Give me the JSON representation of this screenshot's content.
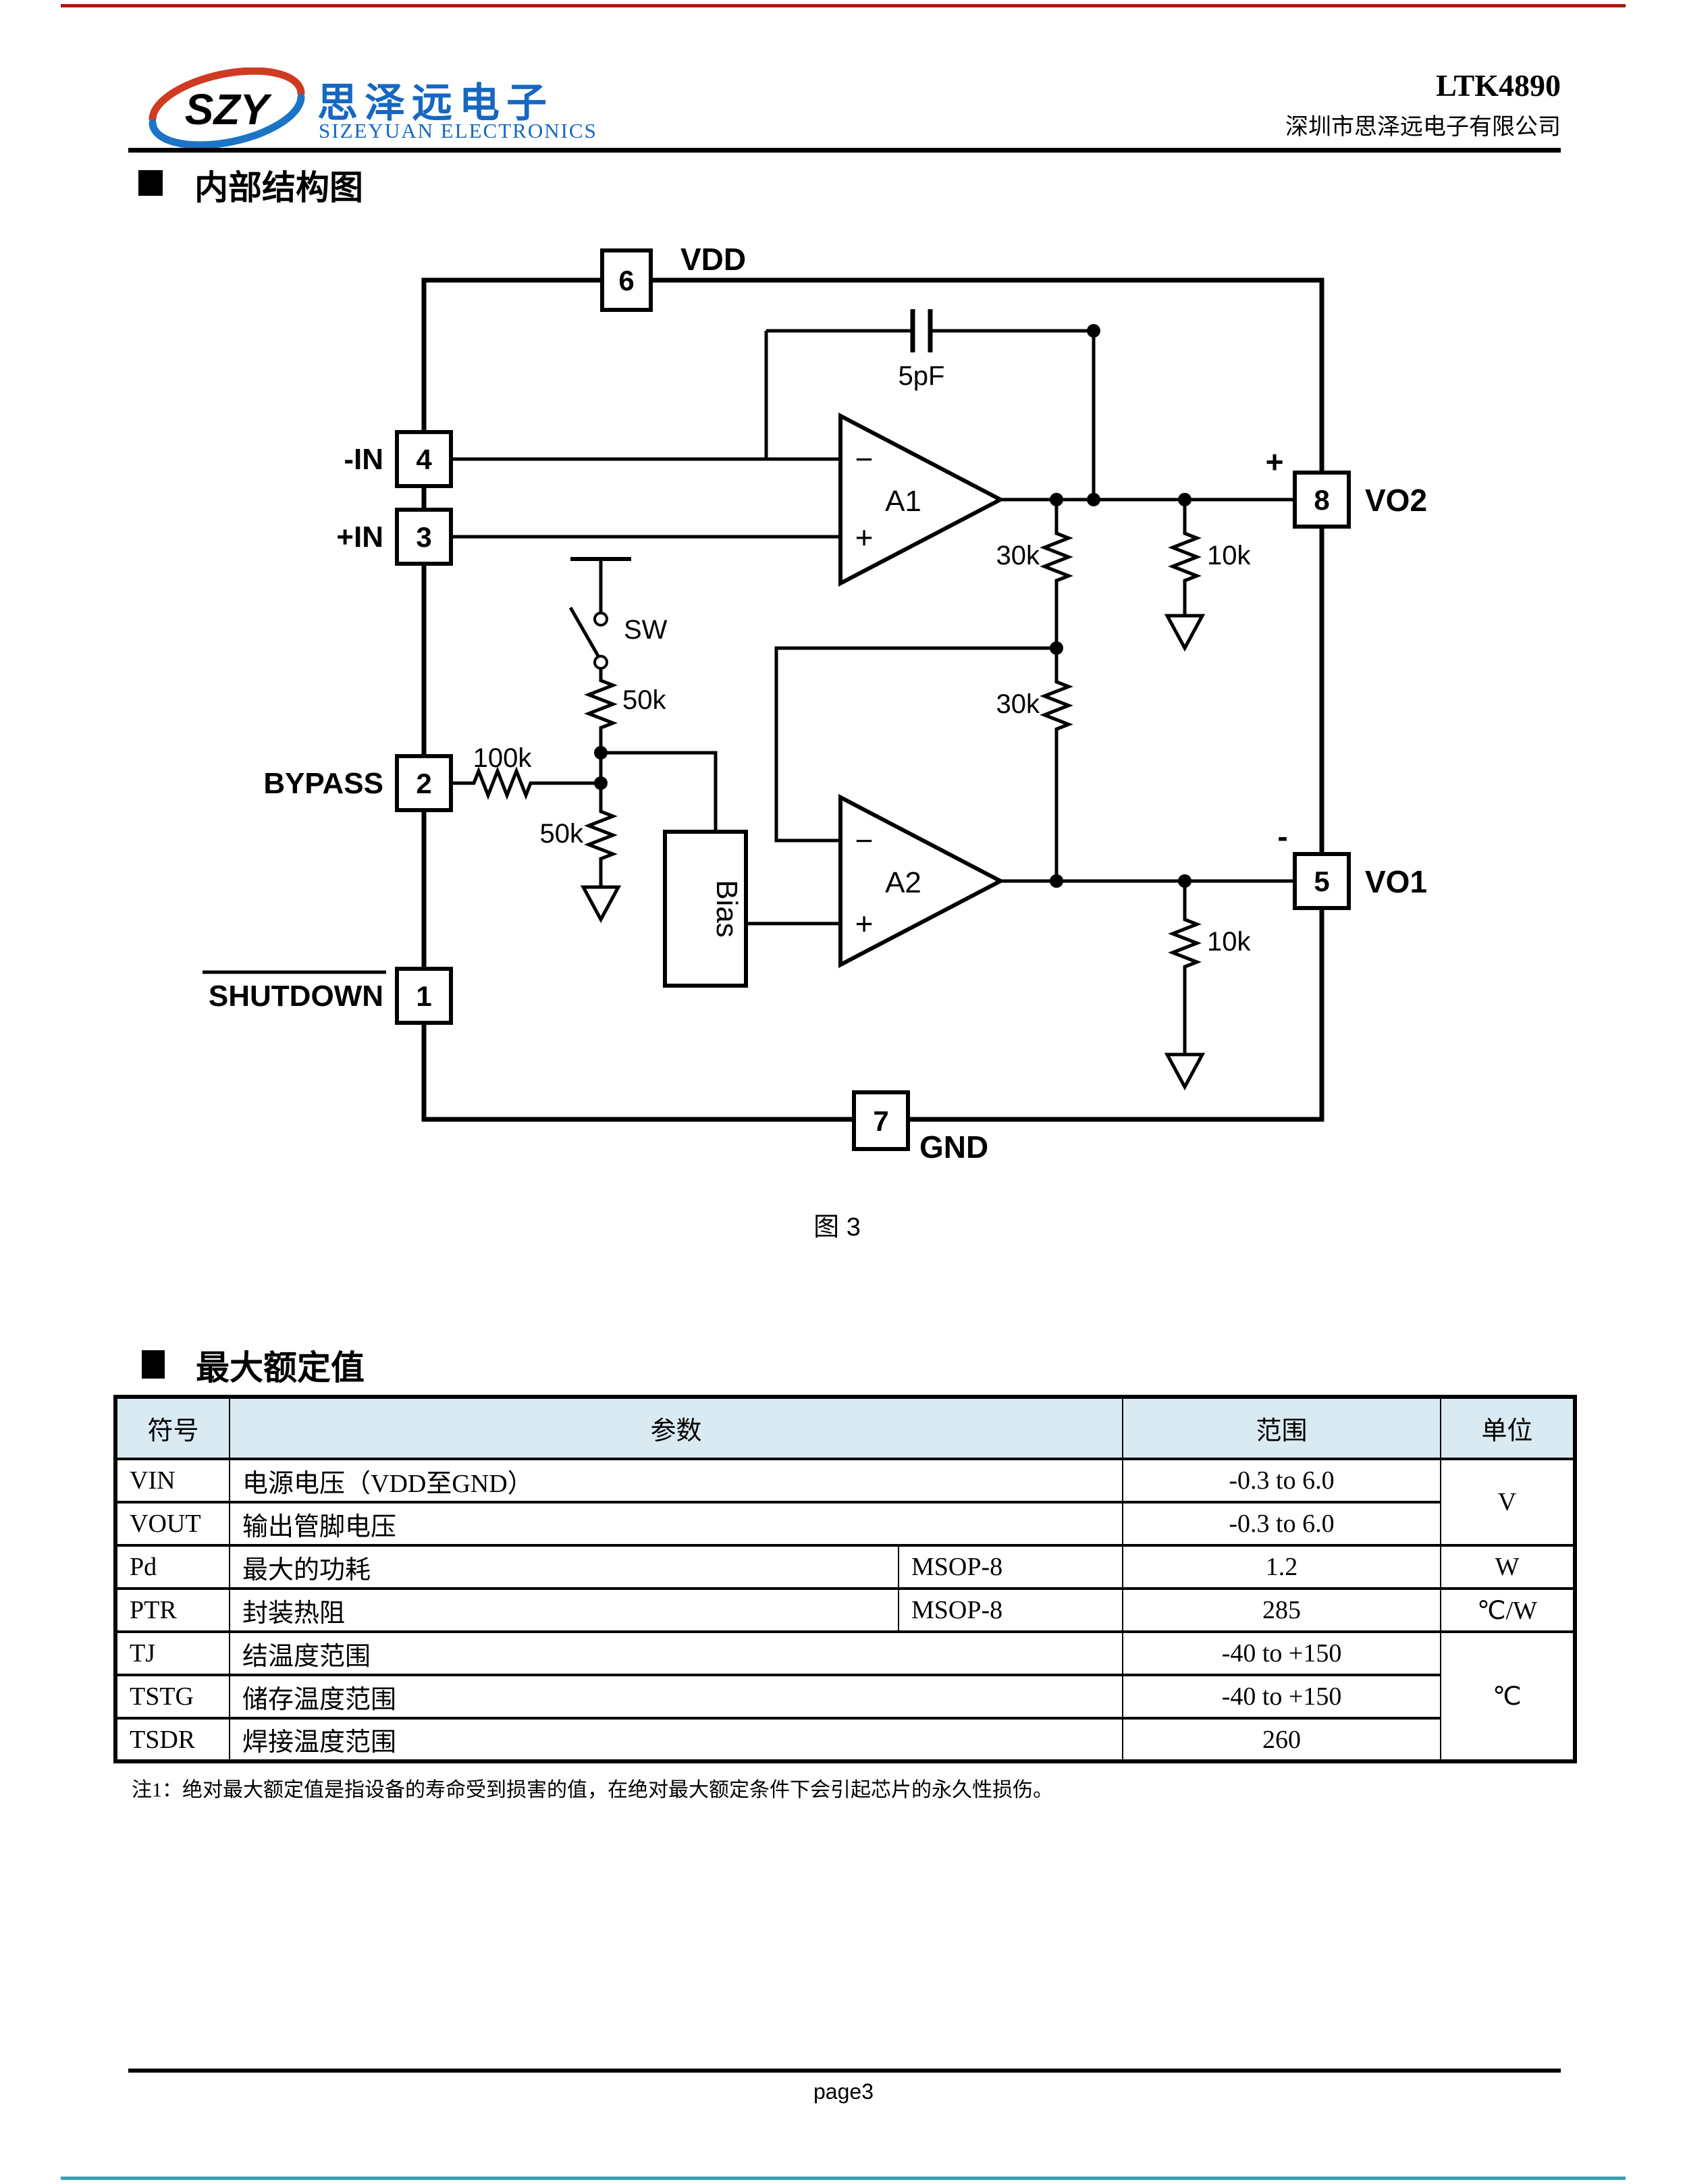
{
  "page": {
    "fig_caption": "图 3",
    "footer_page": "page3",
    "accent_colors": {
      "top_rule": "#a11d12",
      "bottom_rule": "#35a0b5",
      "logo_blue": "#1667c0",
      "logo_red": "#d03a22",
      "table_header_bg": "#d9eaf2"
    }
  },
  "header": {
    "logo_abbr": "SZY",
    "logo_cn": "思泽远电子",
    "logo_en": "SIZEYUAN ELECTRONICS",
    "part_number": "LTK4890",
    "company": "深圳市思泽远电子有限公司"
  },
  "sections": {
    "internal_structure": "内部结构图",
    "max_ratings": "最大额定值"
  },
  "diagram": {
    "pins": {
      "p1": "1",
      "p2": "2",
      "p3": "3",
      "p4": "4",
      "p5": "5",
      "p6": "6",
      "p7": "7",
      "p8": "8"
    },
    "labels": {
      "vdd": "VDD",
      "gnd": "GND",
      "vo2": "VO2",
      "vo1": "VO1",
      "in_minus": "-IN",
      "in_plus": "+IN",
      "bypass": "BYPASS",
      "shutdown": "SHUTDOWN",
      "vo2_sign": "+",
      "vo1_sign": "-"
    },
    "components": {
      "a1": "A1",
      "a2": "A2",
      "bias": "Bias",
      "cap": "5pF",
      "sw": "SW",
      "r_sw_50k": "50k",
      "r_100k": "100k",
      "r_gnd_50k": "50k",
      "r_30k_top": "30k",
      "r_30k_bottom": "30k",
      "r_10k_top": "10k",
      "r_10k_bottom": "10k"
    },
    "amp_inputs": {
      "minus": "−",
      "plus": "+"
    }
  },
  "table": {
    "headers": {
      "symbol": "符号",
      "param": "参数",
      "range": "范围",
      "unit": "单位"
    },
    "rows": [
      {
        "sym": "VIN",
        "param": "电源电压（VDD至GND）",
        "pkg": "",
        "range": "-0.3 to 6.0",
        "unit": "V"
      },
      {
        "sym": "VOUT",
        "param": "输出管脚电压",
        "pkg": "",
        "range": "-0.3 to 6.0",
        "unit": ""
      },
      {
        "sym": "Pd",
        "param": "最大的功耗",
        "pkg": "MSOP-8",
        "range": "1.2",
        "unit": "W"
      },
      {
        "sym": "PTR",
        "param": "封装热阻",
        "pkg": "MSOP-8",
        "range": "285",
        "unit": "℃/W"
      },
      {
        "sym": "TJ",
        "param": "结温度范围",
        "pkg": "",
        "range": "-40 to +150",
        "unit": "℃"
      },
      {
        "sym": "TSTG",
        "param": "储存温度范围",
        "pkg": "",
        "range": "-40 to +150",
        "unit": ""
      },
      {
        "sym": "TSDR",
        "param": "焊接温度范围",
        "pkg": "",
        "range": "260",
        "unit": ""
      }
    ],
    "note": "注1：绝对最大额定值是指设备的寿命受到损害的值，在绝对最大额定条件下会引起芯片的永久性损伤。"
  }
}
